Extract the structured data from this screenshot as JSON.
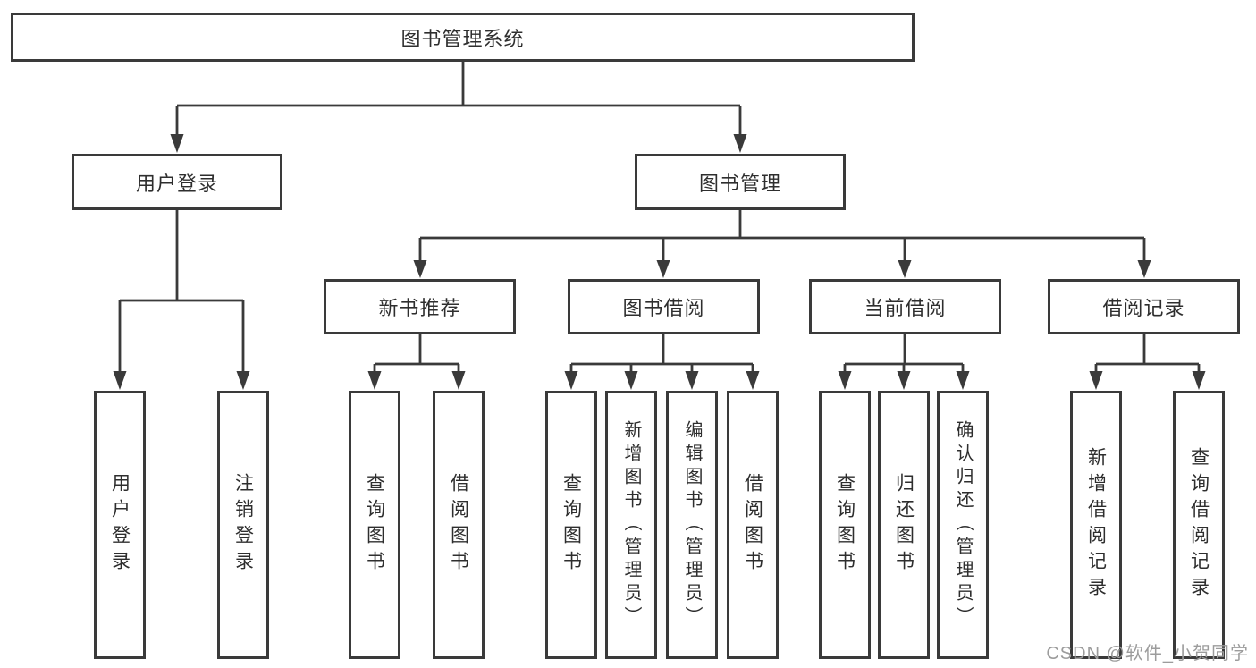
{
  "tree": {
    "label": "图书管理系统",
    "children": [
      {
        "label": "用户登录",
        "children": [
          {
            "label": "用户登录"
          },
          {
            "label": "注销登录"
          }
        ]
      },
      {
        "label": "图书管理",
        "children": [
          {
            "label": "新书推荐",
            "children": [
              {
                "label": "查询图书"
              },
              {
                "label": "借阅图书"
              }
            ]
          },
          {
            "label": "图书借阅",
            "children": [
              {
                "label": "查询图书"
              },
              {
                "label": "新增图书（管理员）"
              },
              {
                "label": "编辑图书（管理员）"
              },
              {
                "label": "借阅图书"
              }
            ]
          },
          {
            "label": "当前借阅",
            "children": [
              {
                "label": "查询图书"
              },
              {
                "label": "归还图书"
              },
              {
                "label": "确认归还（管理员）"
              }
            ]
          },
          {
            "label": "借阅记录",
            "children": [
              {
                "label": "新增借阅记录"
              },
              {
                "label": "查询借阅记录"
              }
            ]
          }
        ]
      }
    ]
  },
  "watermark": "CSDN @软件_小贺同学",
  "colors": {
    "line": "#3a3a3a",
    "box_border": "#3a3a3a",
    "text": "#2e2e2e",
    "watermark": "#9c9c9c",
    "background": "#ffffff"
  }
}
